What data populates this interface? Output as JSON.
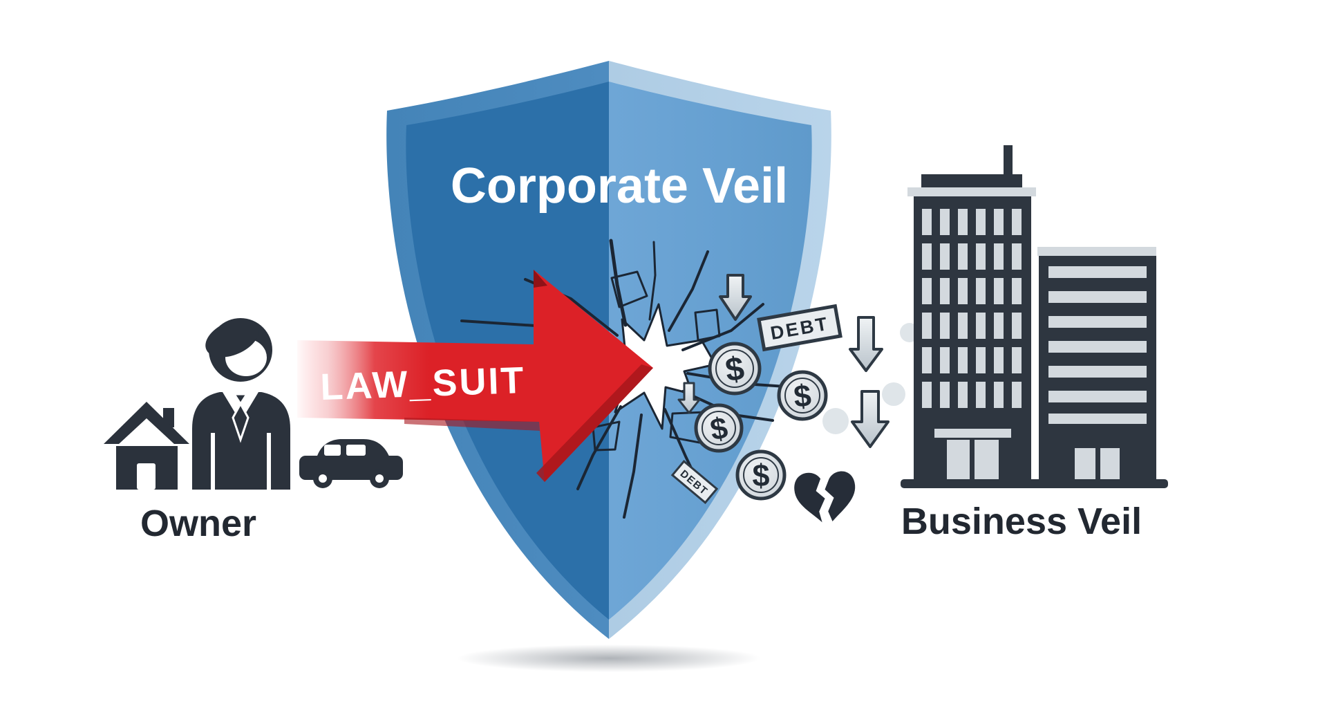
{
  "scene": {
    "shield": {
      "title": "Corporate Veil"
    },
    "lawsuit_arrow": {
      "label": "LAW_SUIT"
    },
    "owner": {
      "label": "Owner",
      "icons": [
        "house-icon",
        "business-owner-icon",
        "car-icon"
      ]
    },
    "business": {
      "label": "Business Veil",
      "icons": [
        "office-tower-icon",
        "office-block-icon"
      ]
    },
    "breach": {
      "debt_tags": [
        "DEBT",
        "DEBT"
      ],
      "coins": [
        "$",
        "$",
        "$",
        "$"
      ],
      "falling_arrow_count": 4,
      "broken_heart": true
    },
    "palette": {
      "shield_left": "#2c70a9",
      "shield_right": "#68a2d3",
      "shield_rim_left": "#4484b8",
      "shield_rim_right": "#aecce4",
      "arrow_red": "#dc2127",
      "arrow_red_dark": "#a8161c",
      "icon_dark": "#2b323c",
      "crack_dark": "#1b2634",
      "light_gray": "#dfe4e8",
      "background": "#ffffff"
    }
  }
}
